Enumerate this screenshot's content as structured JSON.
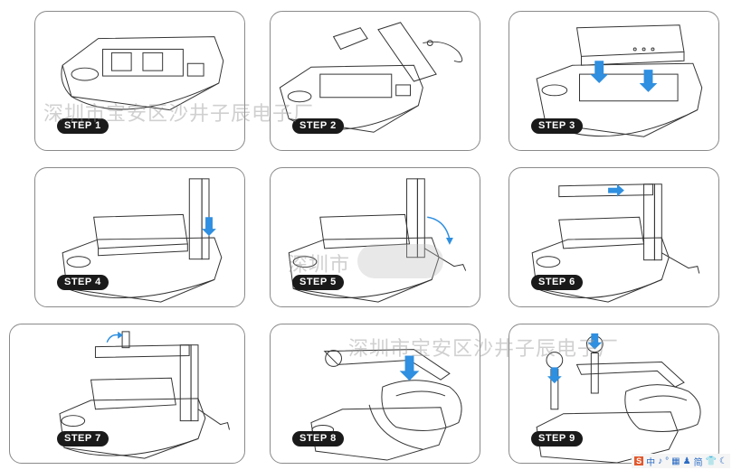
{
  "steps": [
    {
      "label": "STEP 1"
    },
    {
      "label": "STEP 2"
    },
    {
      "label": "STEP 3"
    },
    {
      "label": "STEP 4"
    },
    {
      "label": "STEP 5"
    },
    {
      "label": "STEP 6"
    },
    {
      "label": "STEP 7"
    },
    {
      "label": "STEP 8"
    },
    {
      "label": "STEP 9"
    }
  ],
  "watermark": {
    "text_top": "深圳市宝安区沙井子辰电子厂",
    "text_bottom": "深圳市宝安区沙井子辰电子厂",
    "text_middle": "深圳市"
  },
  "toolbar": {
    "logo": "S",
    "zh": "中",
    "items": [
      "♪",
      "°",
      "▦",
      "♟",
      "简",
      "👕",
      "☾"
    ]
  },
  "colors": {
    "arrow": "#2f8fe0",
    "line": "#333333",
    "badge": "#1a1a1a"
  }
}
